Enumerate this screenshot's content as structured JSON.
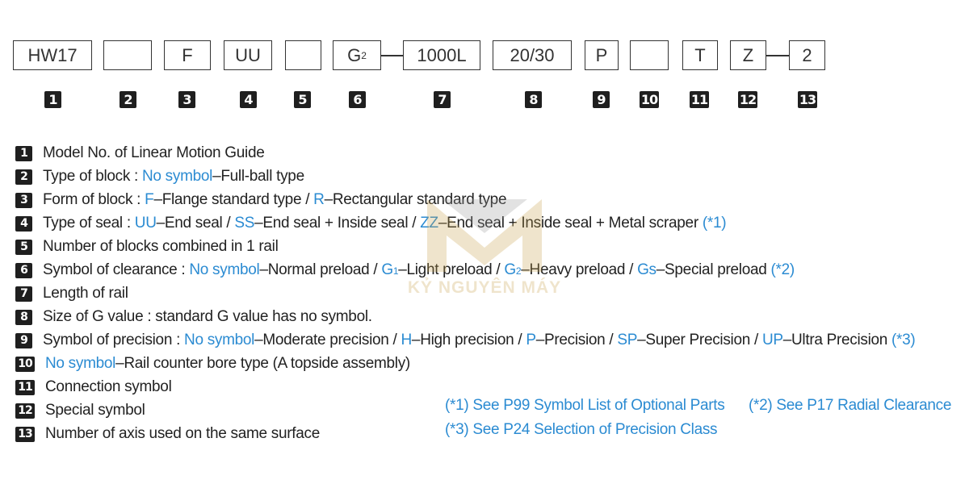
{
  "code_boxes": [
    {
      "id": 1,
      "text": "HW17"
    },
    {
      "id": 2,
      "text": ""
    },
    {
      "id": 3,
      "text": "F"
    },
    {
      "id": 4,
      "text": "UU"
    },
    {
      "id": 5,
      "text": ""
    },
    {
      "id": 6,
      "text": "G",
      "sub": "2"
    },
    {
      "id": 7,
      "text": "1000L"
    },
    {
      "id": 8,
      "text": "20/30"
    },
    {
      "id": 9,
      "text": "P"
    },
    {
      "id": 10,
      "text": ""
    },
    {
      "id": 11,
      "text": "T"
    },
    {
      "id": 12,
      "text": "Z"
    },
    {
      "id": 13,
      "text": "2"
    }
  ],
  "badge_numbers": [
    "1",
    "2",
    "3",
    "4",
    "5",
    "6",
    "7",
    "8",
    "9",
    "10",
    "11",
    "12",
    "13"
  ],
  "descriptions": [
    [
      {
        "t": "Model No. of Linear Motion Guide"
      }
    ],
    [
      {
        "t": "Type of block : "
      },
      {
        "t": "No symbol",
        "c": "blue"
      },
      {
        "t": "–Full-ball type"
      }
    ],
    [
      {
        "t": "Form of block : "
      },
      {
        "t": "F",
        "c": "blue"
      },
      {
        "t": "–Flange standard type / "
      },
      {
        "t": "R",
        "c": "blue"
      },
      {
        "t": "–Rectangular standard type"
      }
    ],
    [
      {
        "t": "Type of seal : "
      },
      {
        "t": "UU",
        "c": "blue"
      },
      {
        "t": "–End seal / "
      },
      {
        "t": "SS",
        "c": "blue"
      },
      {
        "t": "–End seal + Inside seal / "
      },
      {
        "t": "ZZ",
        "c": "blue"
      },
      {
        "t": "–End seal + Inside seal + Metal scraper "
      },
      {
        "t": "(*1)",
        "c": "blue"
      }
    ],
    [
      {
        "t": "Number of blocks combined in 1 rail"
      }
    ],
    [
      {
        "t": "Symbol of clearance : "
      },
      {
        "t": "No symbol",
        "c": "blue"
      },
      {
        "t": "–Normal preload / "
      },
      {
        "t": "G",
        "c": "blue"
      },
      {
        "t": "1",
        "c": "blue",
        "sub": true
      },
      {
        "t": "–Light preload / "
      },
      {
        "t": "G",
        "c": "blue"
      },
      {
        "t": "2",
        "c": "blue",
        "sub": true
      },
      {
        "t": "–Heavy preload / "
      },
      {
        "t": "Gs",
        "c": "blue"
      },
      {
        "t": "–Special preload "
      },
      {
        "t": "(*2)",
        "c": "blue"
      }
    ],
    [
      {
        "t": "Length of rail"
      }
    ],
    [
      {
        "t": "Size of G value : standard G value has no symbol."
      }
    ],
    [
      {
        "t": "Symbol of precision : "
      },
      {
        "t": "No symbol",
        "c": "blue"
      },
      {
        "t": "–Moderate precision / "
      },
      {
        "t": "H",
        "c": "blue"
      },
      {
        "t": "–High precision / "
      },
      {
        "t": "P",
        "c": "blue"
      },
      {
        "t": "–Precision / "
      },
      {
        "t": "SP",
        "c": "blue"
      },
      {
        "t": "–Super Precision / "
      },
      {
        "t": "UP",
        "c": "blue"
      },
      {
        "t": "–Ultra Precision "
      },
      {
        "t": "(*3)",
        "c": "blue"
      }
    ],
    [
      {
        "t": "No symbol",
        "c": "blue"
      },
      {
        "t": "–Rail counter bore type (A topside assembly)"
      }
    ],
    [
      {
        "t": "Connection symbol"
      }
    ],
    [
      {
        "t": "Special symbol"
      }
    ],
    [
      {
        "t": "Number of axis used on the same surface"
      }
    ]
  ],
  "notes": {
    "n1": "(*1) See P99 Symbol List of Optional Parts",
    "n2": "(*2) See P17 Radial Clearance",
    "n3": "(*3) See P24 Selection of Precision Class"
  },
  "watermark": {
    "text": "KỶ NGUYÊN MÁY"
  },
  "colors": {
    "accent": "#2b8bd2",
    "badge": "#1f1f1f",
    "text": "#222222"
  }
}
